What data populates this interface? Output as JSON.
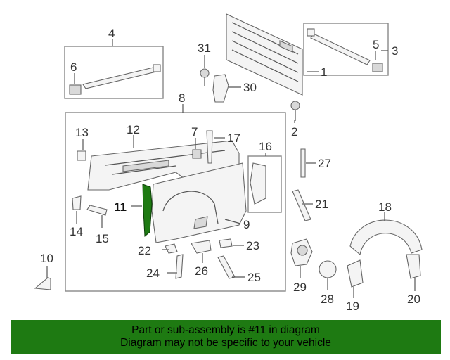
{
  "callouts": [
    {
      "id": "c1",
      "num": "1"
    },
    {
      "id": "c2",
      "num": "2"
    },
    {
      "id": "c3",
      "num": "3"
    },
    {
      "id": "c4",
      "num": "4"
    },
    {
      "id": "c5",
      "num": "5"
    },
    {
      "id": "c6",
      "num": "6"
    },
    {
      "id": "c7",
      "num": "7"
    },
    {
      "id": "c8",
      "num": "8"
    },
    {
      "id": "c9",
      "num": "9"
    },
    {
      "id": "c10",
      "num": "10"
    },
    {
      "id": "c11",
      "num": "11"
    },
    {
      "id": "c12",
      "num": "12"
    },
    {
      "id": "c13",
      "num": "13"
    },
    {
      "id": "c14",
      "num": "14"
    },
    {
      "id": "c15",
      "num": "15"
    },
    {
      "id": "c16",
      "num": "16"
    },
    {
      "id": "c17",
      "num": "17"
    },
    {
      "id": "c18",
      "num": "18"
    },
    {
      "id": "c19",
      "num": "19"
    },
    {
      "id": "c20",
      "num": "20"
    },
    {
      "id": "c21",
      "num": "21"
    },
    {
      "id": "c22",
      "num": "22"
    },
    {
      "id": "c23",
      "num": "23"
    },
    {
      "id": "c24",
      "num": "24"
    },
    {
      "id": "c25",
      "num": "25"
    },
    {
      "id": "c26",
      "num": "26"
    },
    {
      "id": "c27",
      "num": "27"
    },
    {
      "id": "c28",
      "num": "28"
    },
    {
      "id": "c29",
      "num": "29"
    },
    {
      "id": "c30",
      "num": "30"
    },
    {
      "id": "c31",
      "num": "31"
    }
  ],
  "highlight": {
    "callout": "11",
    "color": "#1e7a12"
  },
  "banner": {
    "line1": "Part or sub-assembly is #11 in diagram",
    "line2": "Diagram may not be specific to your vehicle",
    "background": "#1e7a12"
  }
}
